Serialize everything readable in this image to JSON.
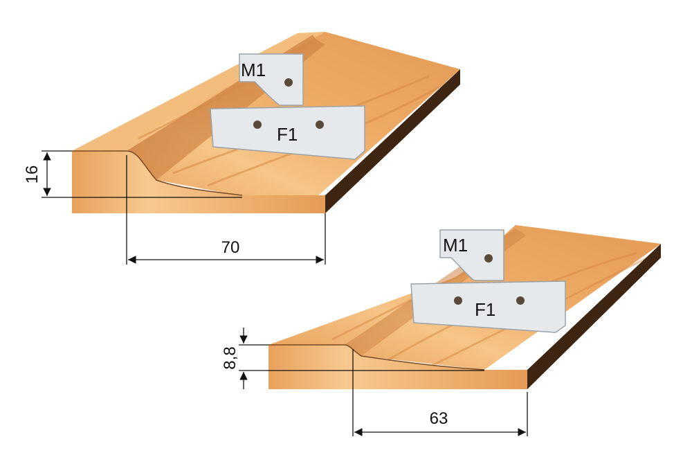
{
  "diagrams": [
    {
      "knife_labels": {
        "profile": "M1",
        "counter": "F1"
      },
      "dimensions": {
        "thickness": "16",
        "width": "70"
      }
    },
    {
      "knife_labels": {
        "profile": "M1",
        "counter": "F1"
      },
      "dimensions": {
        "thickness": "8,8",
        "width": "63"
      }
    }
  ],
  "colors": {
    "wood_top": "#f0b06c",
    "wood_top_light": "#f7cc92",
    "wood_front": "#eda866",
    "wood_edge": "#3d2512",
    "knife": "#e6e9ec",
    "knife_edge": "#9aa3aa",
    "line": "#111111"
  }
}
